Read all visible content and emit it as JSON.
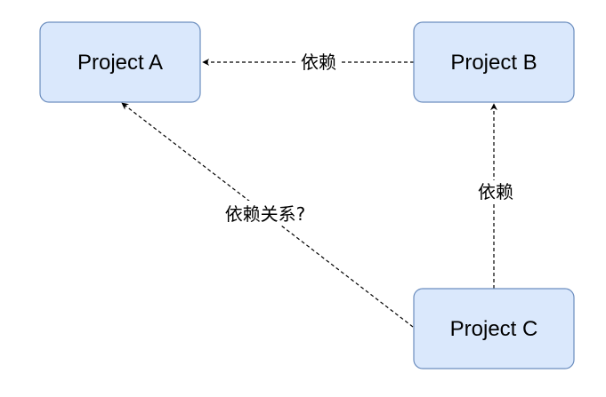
{
  "nodes": {
    "a": {
      "label": "Project A"
    },
    "b": {
      "label": "Project B"
    },
    "c": {
      "label": "Project C"
    }
  },
  "edges": {
    "b_to_a": {
      "label": "依赖"
    },
    "c_to_b": {
      "label": "依赖"
    },
    "c_to_a": {
      "label": "依赖关系?"
    }
  },
  "colors": {
    "node_fill": "#dae8fc",
    "node_stroke": "#6c8ebf",
    "edge": "#000000"
  }
}
